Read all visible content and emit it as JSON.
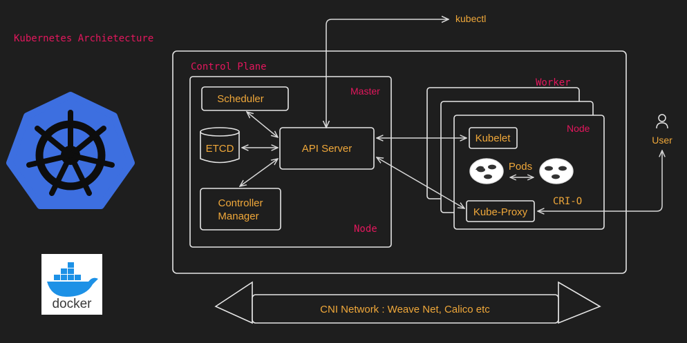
{
  "title": "Kubernetes Archietecture",
  "control_plane": {
    "label": "Control Plane"
  },
  "master": {
    "role_label": "Master",
    "node_label": "Node",
    "components": {
      "scheduler": "Scheduler",
      "etcd": "ETCD",
      "api_server": "API Server",
      "controller_manager_line1": "Controller",
      "controller_manager_line2": "Manager"
    }
  },
  "worker": {
    "label": "Worker",
    "node_label": "Node",
    "kubelet": "Kubelet",
    "pods": "Pods",
    "kube_proxy": "Kube-Proxy",
    "runtime": "CRI-O"
  },
  "kubectl": "kubectl",
  "user": "User",
  "network": "CNI Network : Weave Net, Calico etc",
  "logos": {
    "kubernetes": "kubernetes-logo",
    "docker": "docker"
  },
  "colors": {
    "background": "#1e1e1e",
    "stroke": "#e6e6e6",
    "accent_pink": "#e3175d",
    "label_orange": "#f0a83a",
    "k8s_blue": "#3d6fe0"
  }
}
